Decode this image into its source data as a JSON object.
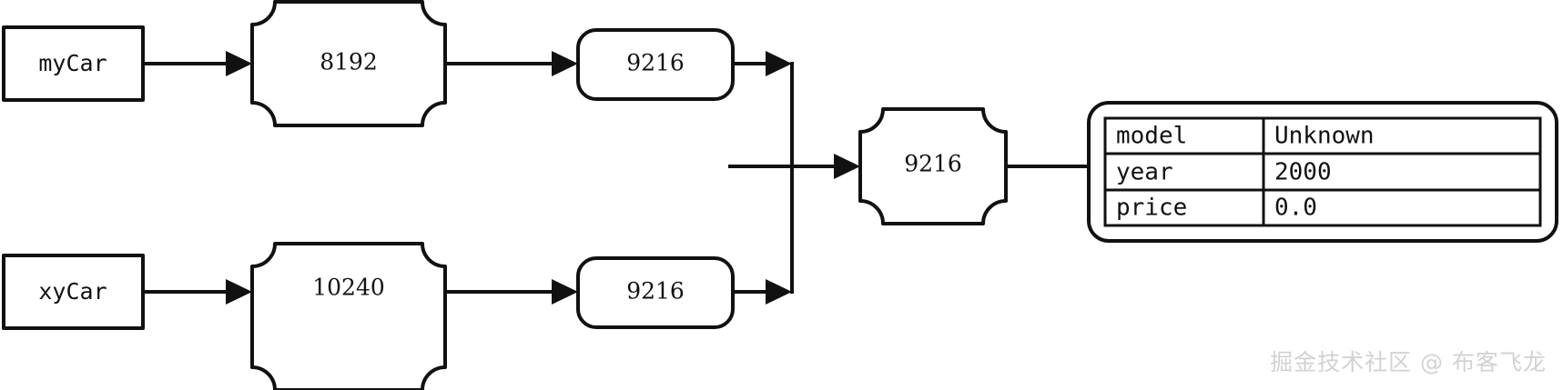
{
  "diagram": {
    "type": "flowchart",
    "direction": "left-to-right",
    "background_color": "#ffffff",
    "stroke_color": "#111111",
    "nodes": {
      "my_car_var": {
        "label": "myCar",
        "shape": "rectangle"
      },
      "xy_car_var": {
        "label": "xyCar",
        "shape": "rectangle"
      },
      "stack_top": {
        "label": "8192",
        "shape": "concave-corner-box"
      },
      "stack_bottom": {
        "label": "10240",
        "shape": "concave-corner-box"
      },
      "ref_top": {
        "label": "9216",
        "shape": "rounded-rectangle"
      },
      "ref_bottom": {
        "label": "9216",
        "shape": "rounded-rectangle"
      },
      "heap_address": {
        "label": "9216",
        "shape": "concave-corner-box"
      }
    },
    "object_table": {
      "shape": "rounded-rectangle-with-table",
      "rows": [
        {
          "field": "model",
          "value": "Unknown"
        },
        {
          "field": "year",
          "value": "2000"
        },
        {
          "field": "price",
          "value": "0.0"
        }
      ]
    },
    "merge_junction": {
      "label": "",
      "shape": "vertical-join-bar"
    }
  },
  "watermark": {
    "text": "掘金技术社区 @ 布客飞龙",
    "color": "#d2d2d4"
  }
}
